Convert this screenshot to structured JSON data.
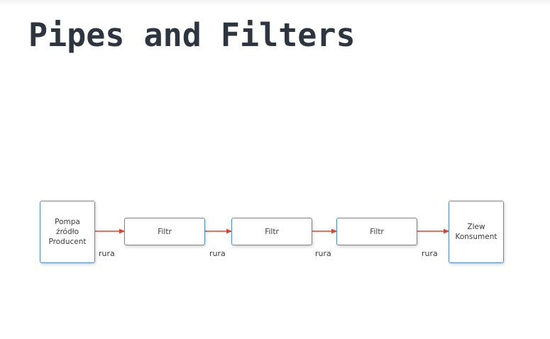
{
  "title": "Pipes and Filters",
  "diagram": {
    "pump": {
      "label": "Pompa\nźródło\nProducent"
    },
    "filters": [
      {
        "label": "Filtr"
      },
      {
        "label": "Filtr"
      },
      {
        "label": "Filtr"
      }
    ],
    "sink": {
      "label": "Zlew\nKonsument"
    },
    "pipes": [
      {
        "label": "rura"
      },
      {
        "label": "rura"
      },
      {
        "label": "rura"
      },
      {
        "label": "rura"
      }
    ],
    "colors": {
      "box_border": "#4a8fd0",
      "arrow": "#e0442a",
      "title": "#2d3540"
    }
  }
}
